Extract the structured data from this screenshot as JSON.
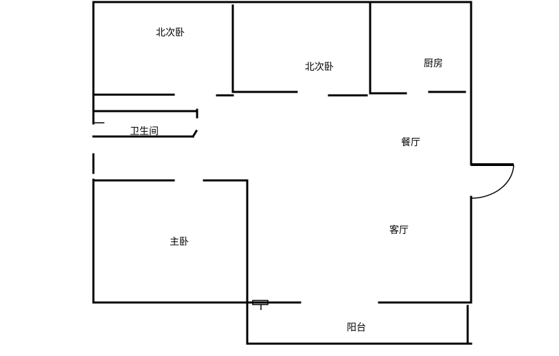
{
  "rooms": {
    "north_bedroom_1": "北次卧",
    "north_bedroom_2": "北次卧",
    "kitchen": "厨房",
    "bathroom": "卫生间",
    "dining_room": "餐厅",
    "master_bedroom": "主卧",
    "living_room": "客厅",
    "balcony": "阳台"
  },
  "colors": {
    "wall": "#000000",
    "background": "#ffffff"
  }
}
